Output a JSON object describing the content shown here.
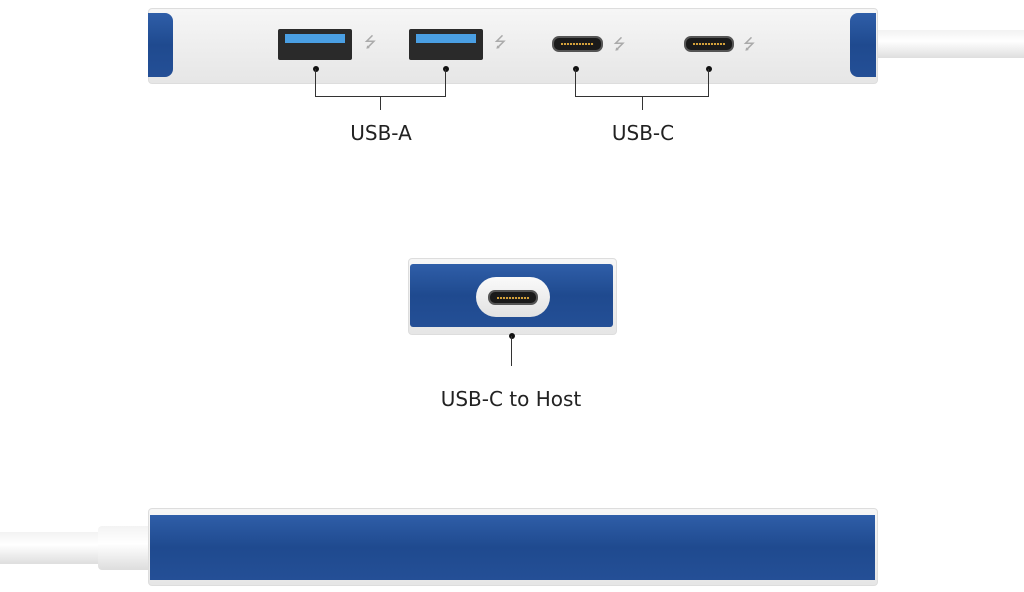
{
  "labels": {
    "usb_a": "USB-A",
    "usb_c": "USB-C",
    "host": "USB-C to Host"
  },
  "icons": [
    "usb-icon"
  ],
  "colors": {
    "blue": "#22509a",
    "usb3_blue": "#4a9fe3"
  }
}
